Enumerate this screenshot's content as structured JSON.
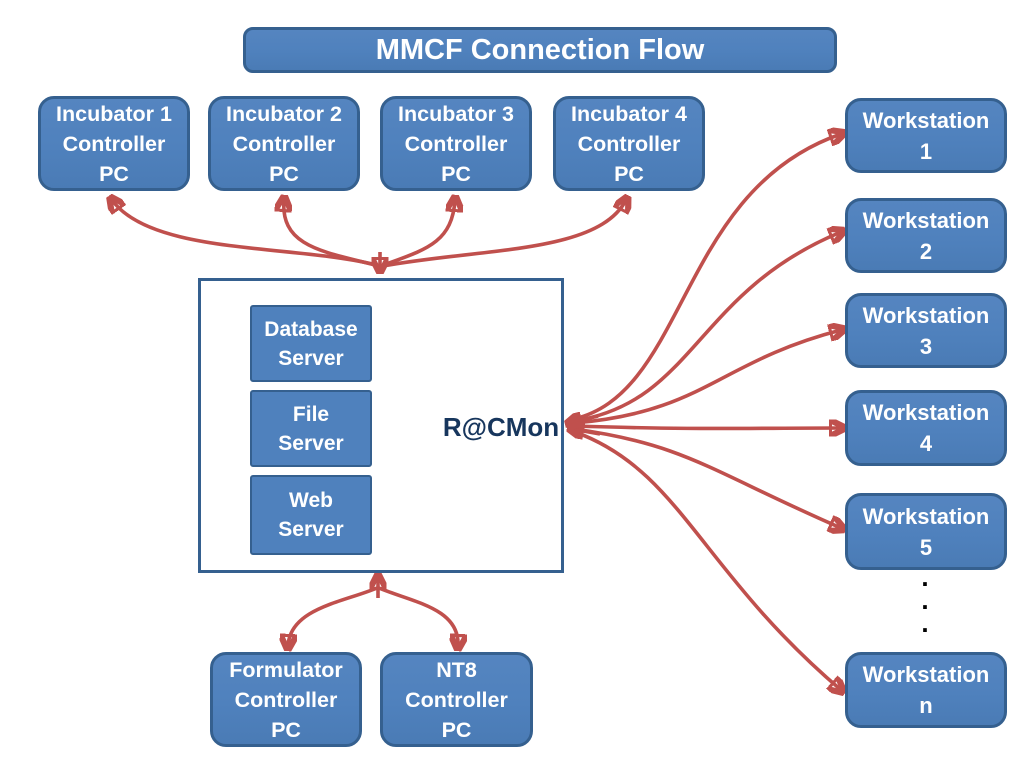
{
  "title": "MMCF Connection Flow",
  "colors": {
    "node_fill": "#4f81bd",
    "node_border": "#35608f",
    "arrow": "#c0504d",
    "racmon_text": "#17365d"
  },
  "incubators": [
    {
      "line1": "Incubator 1",
      "line2": "Controller",
      "line3": "PC"
    },
    {
      "line1": "Incubator 2",
      "line2": "Controller",
      "line3": "PC"
    },
    {
      "line1": "Incubator 3",
      "line2": "Controller",
      "line3": "PC"
    },
    {
      "line1": "Incubator 4",
      "line2": "Controller",
      "line3": "PC"
    }
  ],
  "hub": {
    "label": "R@CMon",
    "servers": [
      {
        "line1": "Database",
        "line2": "Server"
      },
      {
        "line1": "File",
        "line2": "Server"
      },
      {
        "line1": "Web",
        "line2": "Server"
      }
    ]
  },
  "workstations": [
    {
      "line1": "Workstation",
      "line2": "1"
    },
    {
      "line1": "Workstation",
      "line2": "2"
    },
    {
      "line1": "Workstation",
      "line2": "3"
    },
    {
      "line1": "Workstation",
      "line2": "4"
    },
    {
      "line1": "Workstation",
      "line2": "5"
    },
    {
      "line1": "Workstation",
      "line2": "n"
    }
  ],
  "ellipsis_dots": [
    ".",
    ".",
    "."
  ],
  "controllers": [
    {
      "line1": "Formulator",
      "line2": "Controller",
      "line3": "PC"
    },
    {
      "line1": "NT8",
      "line2": "Controller",
      "line3": "PC"
    }
  ]
}
